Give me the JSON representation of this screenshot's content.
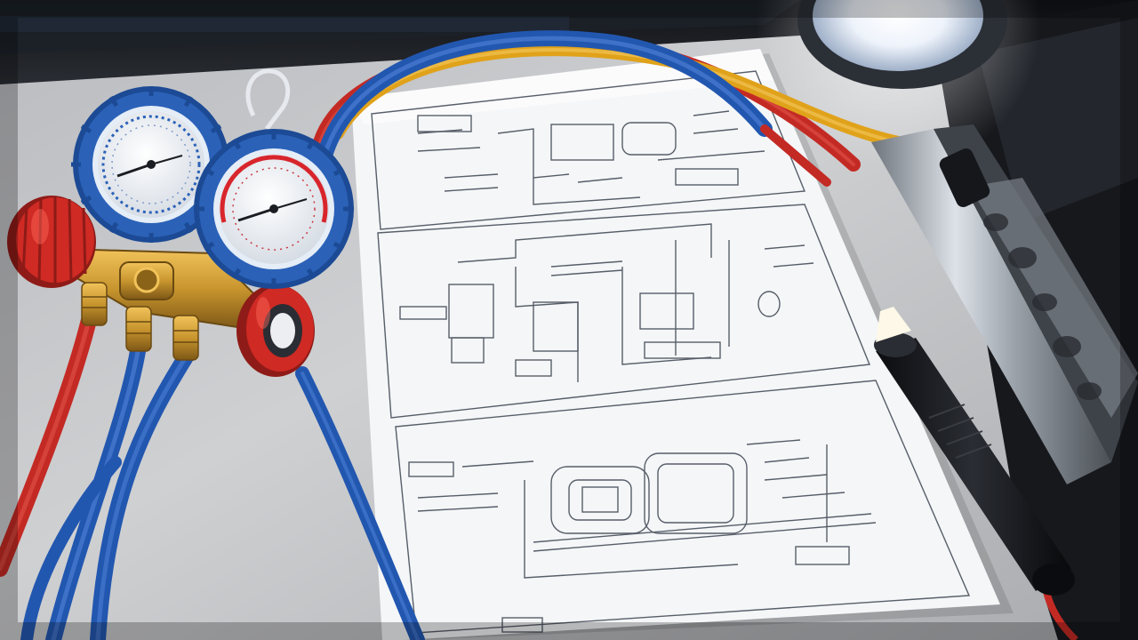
{
  "scene": {
    "kind": "photo",
    "subject": "hvac-refrigerant-gauge-manifold-with-wiring-schematic",
    "objects": [
      "work-surface",
      "wiring-schematic-sheet",
      "gauge-manifold",
      "low-pressure-gauge",
      "high-pressure-gauge",
      "red-valve-knob",
      "hose-red",
      "hose-blue",
      "hose-yellow",
      "work-lamp",
      "aluminum-channel",
      "marker-or-meter-probe"
    ],
    "colors": {
      "surface": "#c9cacb",
      "paper": "#f4f6f8",
      "ink": "#3c4450",
      "gauge_blue": "#2b62b8",
      "knob_red": "#cf2a24",
      "brass": "#c8952e",
      "hose_red": "#c42a24",
      "hose_blue": "#2257b0",
      "hose_yellow": "#e0a21a",
      "lamp_glow": "#eef3fb",
      "tool_black": "#15171b"
    }
  }
}
